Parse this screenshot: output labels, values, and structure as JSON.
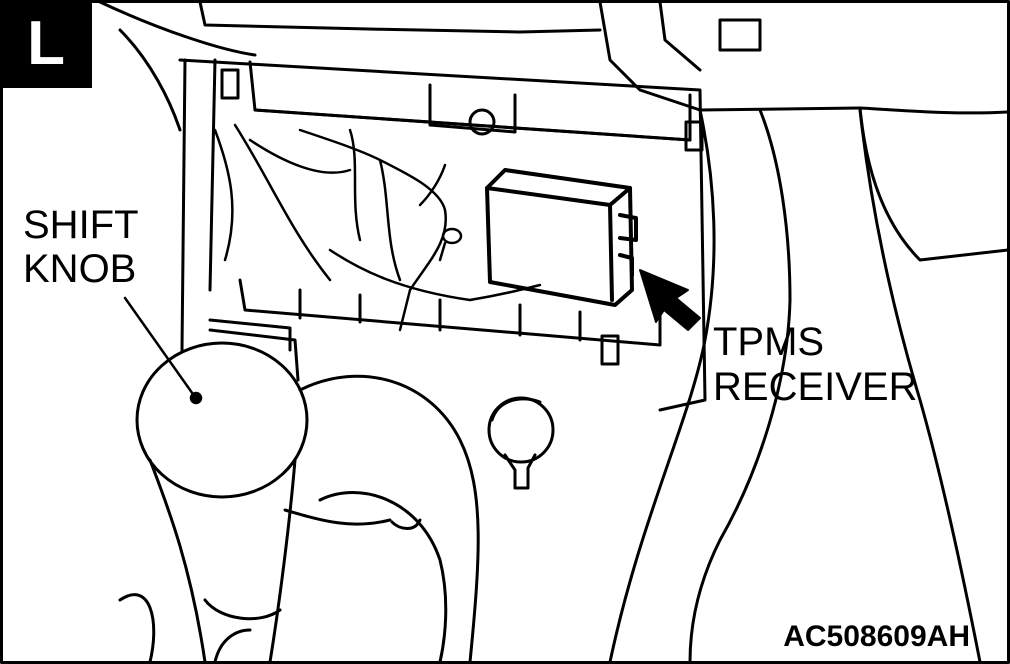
{
  "badge": "L",
  "callouts": {
    "shift_knob": {
      "line1": "SHIFT",
      "line2": "KNOB"
    },
    "tpms_receiver": {
      "line1": "TPMS",
      "line2": "RECEIVER"
    }
  },
  "figure_id": "AC508609AH",
  "colors": {
    "ink": "#000000",
    "paper": "#ffffff"
  }
}
